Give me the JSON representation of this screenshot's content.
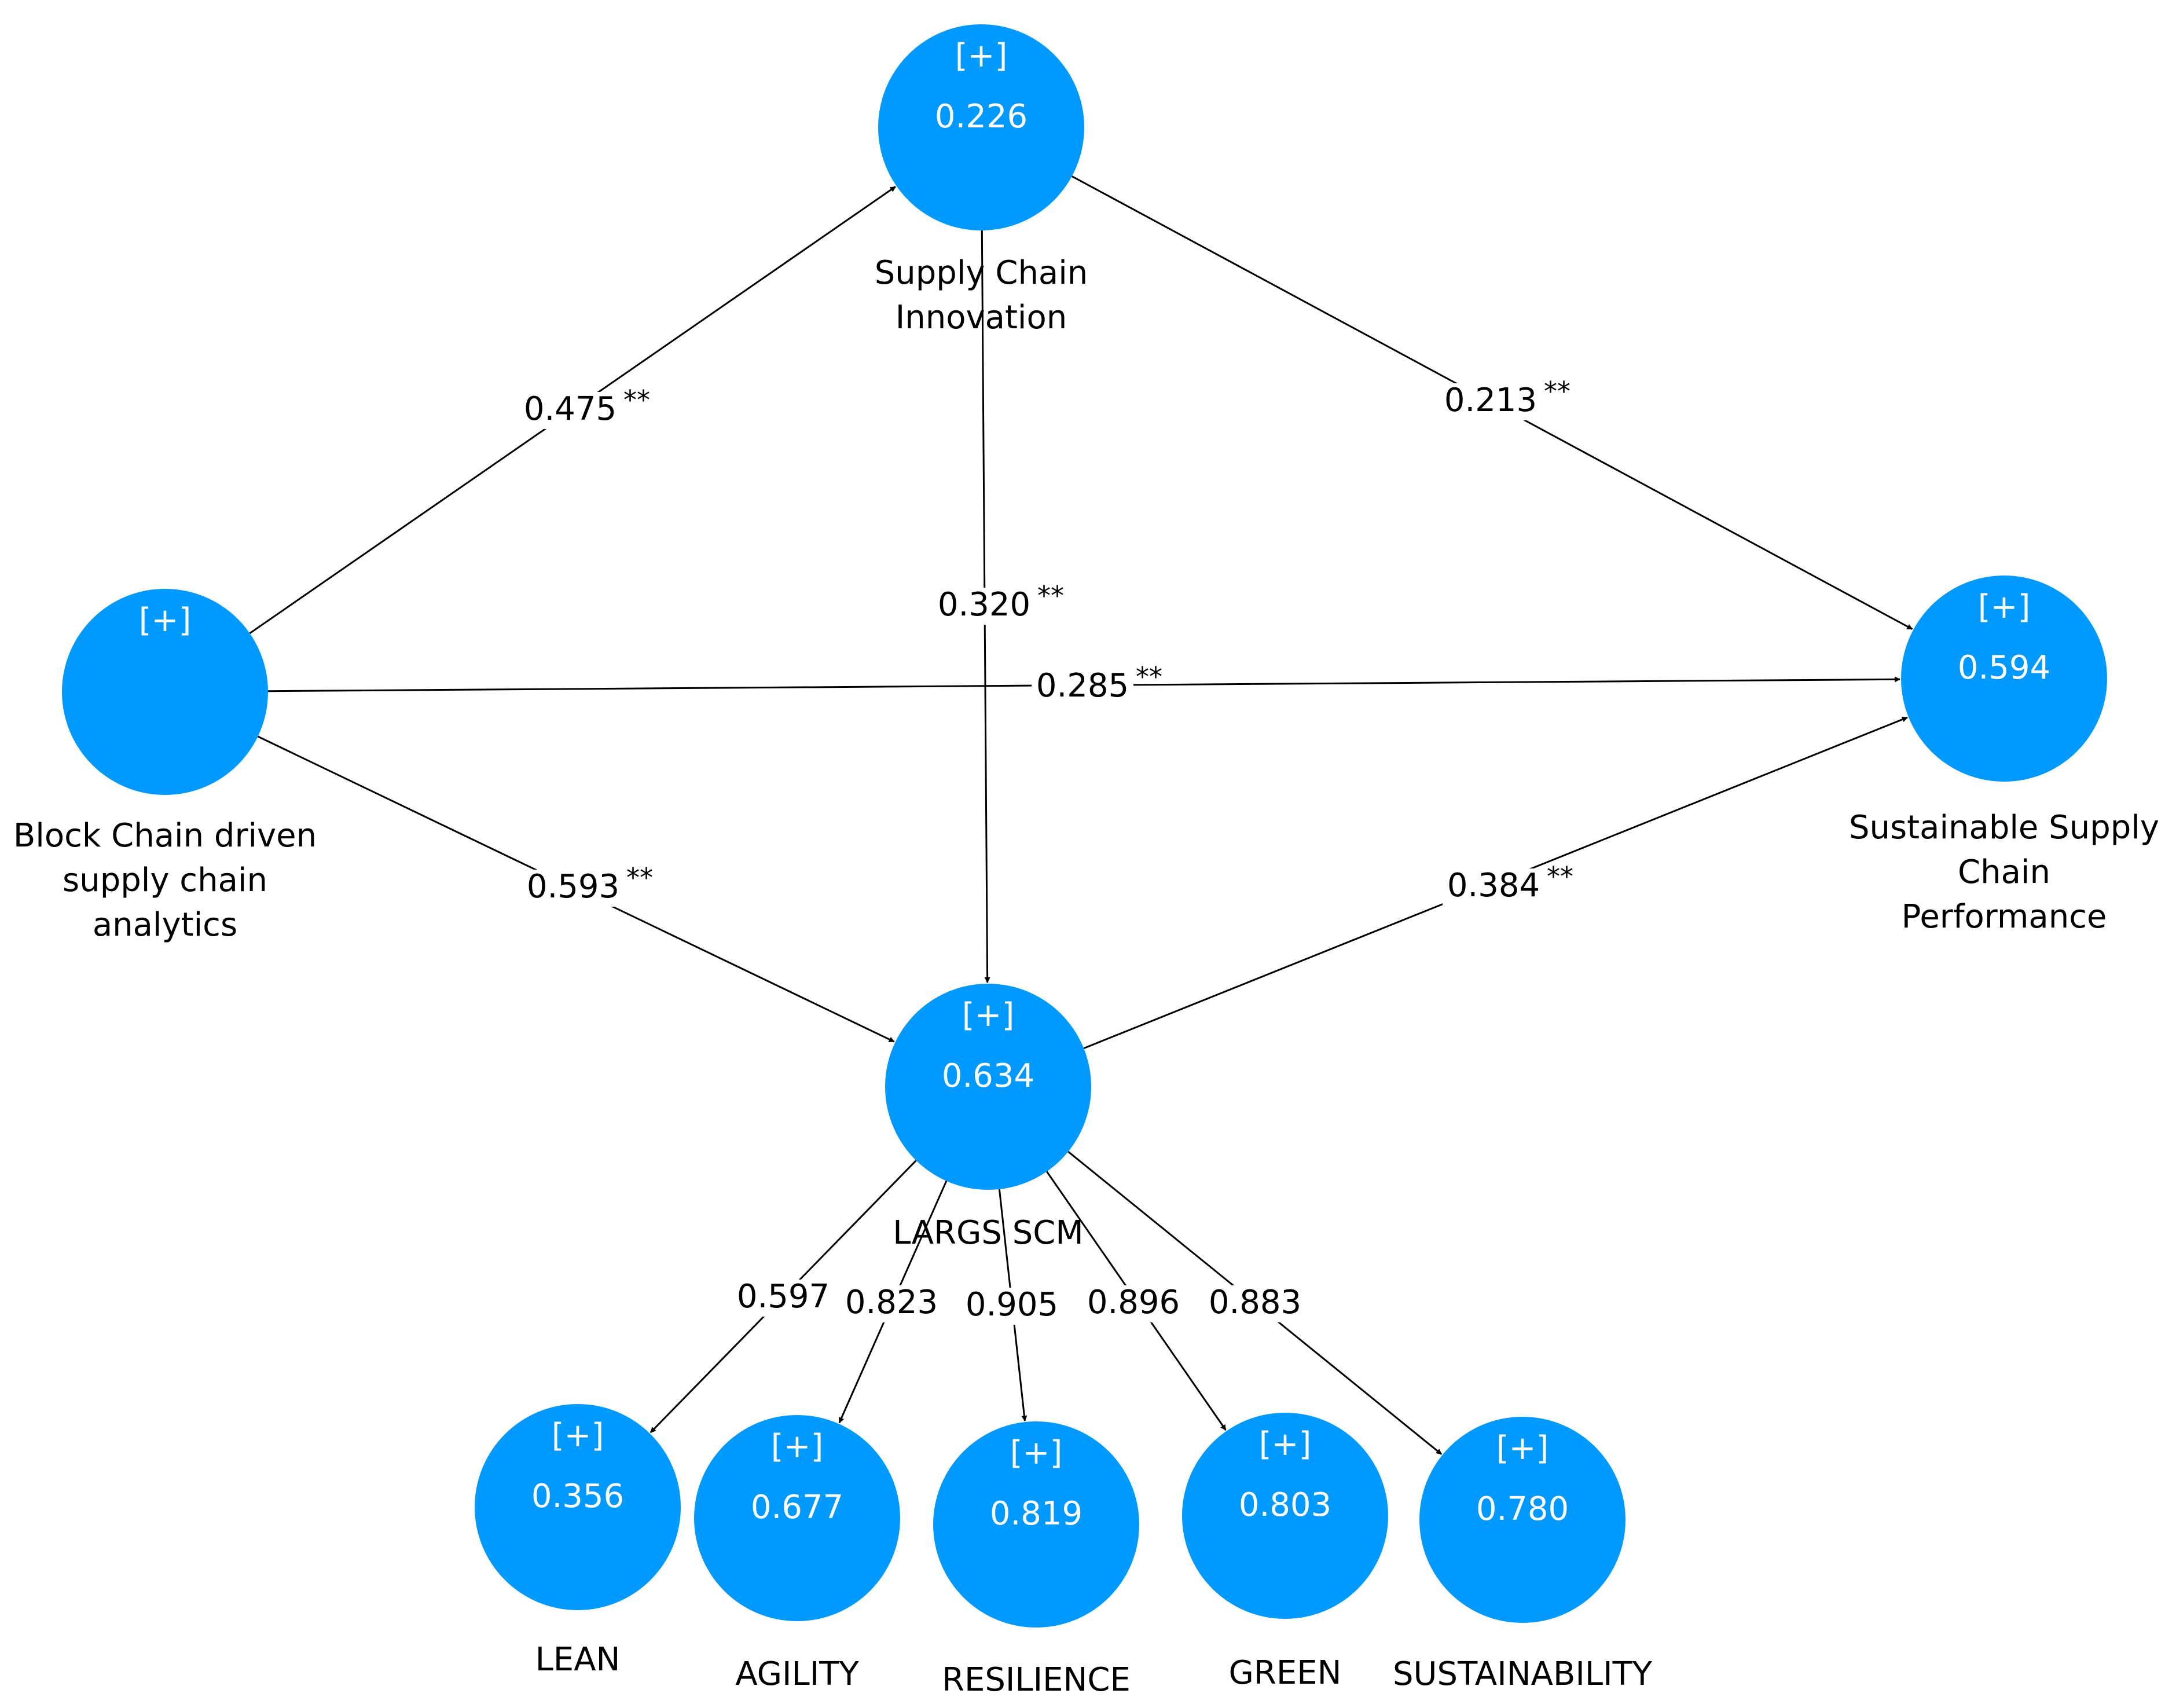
{
  "colors": {
    "node_fill": "#0099ff",
    "edge": "#000000",
    "background": "#ffffff"
  },
  "nodes": {
    "blockchain": {
      "expand": "[+]",
      "value": "",
      "label_lines": [
        "Block Chain driven",
        "supply chain",
        "analytics"
      ]
    },
    "innovation": {
      "expand": "[+]",
      "value": "0.226",
      "label_lines": [
        "Supply Chain",
        "Innovation"
      ]
    },
    "sscp": {
      "expand": "[+]",
      "value": "0.594",
      "label_lines": [
        "Sustainable Supply",
        "Chain",
        "Performance"
      ]
    },
    "largs": {
      "expand": "[+]",
      "value": "0.634",
      "label_lines": [
        "LARGS SCM"
      ]
    },
    "lean": {
      "expand": "[+]",
      "value": "0.356",
      "label_lines": [
        "LEAN"
      ]
    },
    "agility": {
      "expand": "[+]",
      "value": "0.677",
      "label_lines": [
        "AGILITY"
      ]
    },
    "resilience": {
      "expand": "[+]",
      "value": "0.819",
      "label_lines": [
        "RESILIENCE"
      ]
    },
    "green": {
      "expand": "[+]",
      "value": "0.803",
      "label_lines": [
        "GREEN"
      ]
    },
    "sustainability": {
      "expand": "[+]",
      "value": "0.780",
      "label_lines": [
        "SUSTAINABILITY"
      ]
    }
  },
  "edges": [
    {
      "from": "blockchain",
      "to": "innovation",
      "coef": "0.475",
      "sig": "**"
    },
    {
      "from": "innovation",
      "to": "sscp",
      "coef": "0.213",
      "sig": "**"
    },
    {
      "from": "innovation",
      "to": "largs",
      "coef": "0.320",
      "sig": "**"
    },
    {
      "from": "blockchain",
      "to": "sscp",
      "coef": "0.285",
      "sig": "**"
    },
    {
      "from": "blockchain",
      "to": "largs",
      "coef": "0.593",
      "sig": "**"
    },
    {
      "from": "largs",
      "to": "sscp",
      "coef": "0.384",
      "sig": "**"
    },
    {
      "from": "largs",
      "to": "lean",
      "coef": "0.597",
      "sig": ""
    },
    {
      "from": "largs",
      "to": "agility",
      "coef": "0.823",
      "sig": ""
    },
    {
      "from": "largs",
      "to": "resilience",
      "coef": "0.905",
      "sig": ""
    },
    {
      "from": "largs",
      "to": "green",
      "coef": "0.896",
      "sig": ""
    },
    {
      "from": "largs",
      "to": "sustainability",
      "coef": "0.883",
      "sig": ""
    }
  ]
}
